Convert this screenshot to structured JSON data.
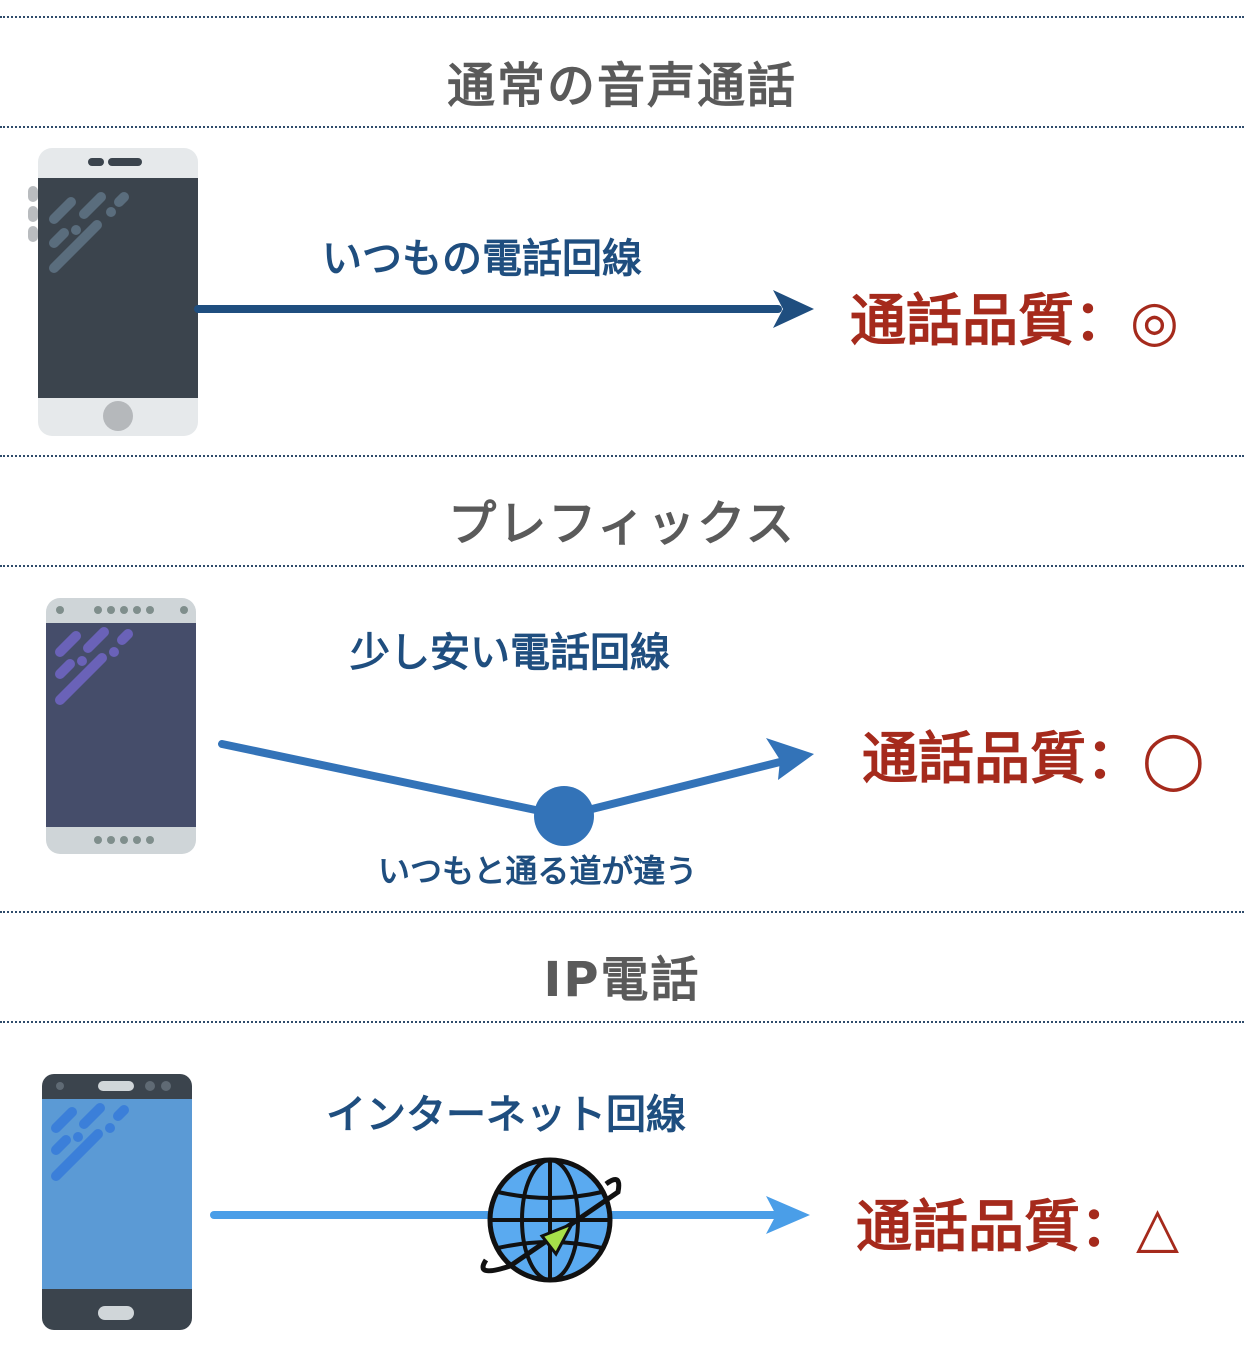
{
  "sections": [
    {
      "title": "通常の音声通話",
      "route_label": "いつもの電話回線",
      "quality_label": "通話品質：",
      "quality_mark": "◎",
      "phone_style": "white-phone",
      "line_color": "#1f4e7f"
    },
    {
      "title": "プレフィックス",
      "route_label": "少し安い電話回線",
      "sub_label": "いつもと通る道が違う",
      "quality_label": "通話品質：",
      "quality_mark": "◯",
      "phone_style": "gray-phone",
      "line_color": "#3373b8"
    },
    {
      "title": "IP電話",
      "route_label": "インターネット回線",
      "quality_label": "通話品質：",
      "quality_mark": "△",
      "phone_style": "blue-phone",
      "line_color": "#4a9ee8",
      "icon": "globe-icon"
    }
  ],
  "colors": {
    "title_gray": "#5a5a5a",
    "label_blue": "#1f4e7f",
    "quality_red": "#a52a1c",
    "divider": "#2f4c6b"
  }
}
